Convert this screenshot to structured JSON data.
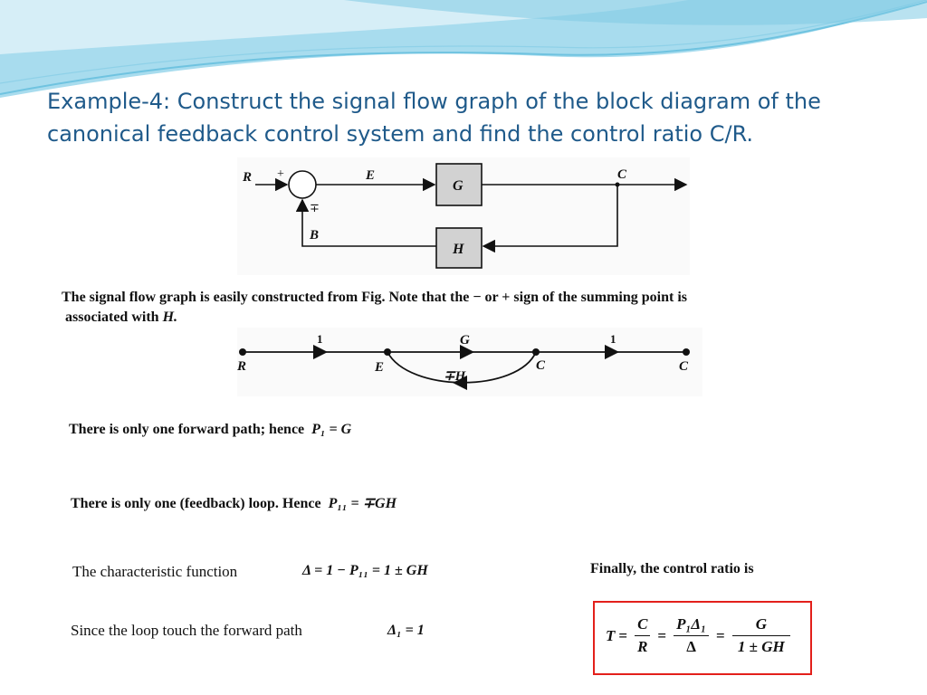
{
  "slide": {
    "title": "Example-4: Construct the signal flow graph of the block diagram of the canonical feedback control system and find the control ratio C/R."
  },
  "block_diagram": {
    "label_R": "R",
    "label_plus": "+",
    "label_E": "E",
    "label_C": "C",
    "block_G": "G",
    "block_H": "H",
    "label_sign": "∓",
    "label_B": "B"
  },
  "note": {
    "line1": "The signal flow graph is easily constructed from Fig. Note that the − or + sign of the summing point is",
    "line2_prefix": "associated with",
    "line2_var": "H."
  },
  "signal_flow": {
    "gain_1a": "1",
    "gain_G": "G",
    "gain_1b": "1",
    "node_R": "R",
    "node_E": "E",
    "node_C1": "C",
    "node_C2": "C",
    "loop_gain": "∓H"
  },
  "statements": {
    "forward_prefix": "There is only one forward path; hence",
    "forward_formula": "P₁ = G",
    "loop_prefix": "There is only one (feedback) loop. Hence",
    "loop_formula": "P₁₁ = ∓GH",
    "char_prefix": "The characteristic function",
    "char_formula": "Δ = 1 − P₁₁ = 1 ± GH",
    "final_text": "Finally, the control ratio is",
    "touch_prefix": "Since the loop touch the forward path",
    "touch_formula": "Δ₁ = 1"
  },
  "result": {
    "T": "T",
    "C": "C",
    "R": "R",
    "num2": "P₁Δ₁",
    "den2": "Δ",
    "num3": "G",
    "den3": "1 ± GH"
  },
  "colors": {
    "title": "#1f5a8a",
    "highlight_box": "#e3201b",
    "wave": "#6fc3e0"
  }
}
